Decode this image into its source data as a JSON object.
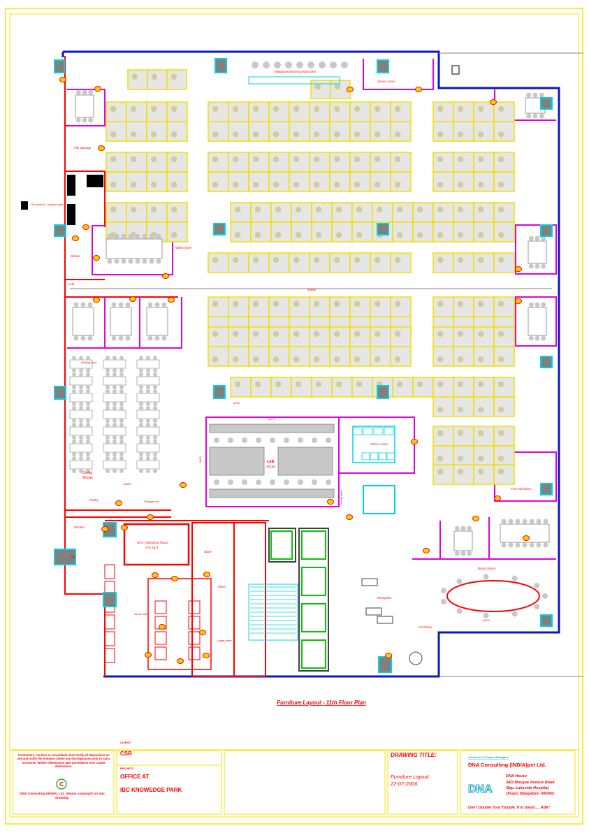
{
  "drawing": {
    "caption": "Furniture Layout - 11th Floor Plan"
  },
  "rooms": {
    "multipurpose": "Multipurpose/Discussion area",
    "server": "Server room",
    "file_store": "File Storage",
    "stores": "Stores",
    "lab": "LAB",
    "lab_seats": "36 pax",
    "dining": "Dining",
    "dining_seats": "80 pax",
    "pantry": "Pantry",
    "storage": "Storage unit",
    "kitchen": "Kitchen",
    "ups": "UPS / Electrical Room",
    "ups_area": "175 Sq.ft",
    "store": "Store",
    "reception": "Reception",
    "board_room": "Board Room",
    "first_aid": "First Aid Room",
    "av_room": "AV Room",
    "ladies": "Ladies toilet",
    "gents": "Gents toilet",
    "strong": "Strong room",
    "hub": "Hub",
    "admin_store": "Admin store",
    "waiting": "Waiting area"
  },
  "dimensions": {
    "d_corridor": "43650",
    "d_board": "11500",
    "d_lab_top": "16770",
    "d_lab_side": "6000",
    "d_dining": "13500",
    "d_gap": "4150",
    "d_small": "1800"
  },
  "notes": {
    "legend_box": "DB room AC outdoor units"
  },
  "title_block": {
    "disclaimer": "Contractors, vendors & consultants must verify all dimensions on site and notify the Solution Centre any discrepancies prior to carry out works. Written dimensions take precedence over scaled dimensions.",
    "copyright_letter": "C",
    "copyright": "DNA Consulting (INDIA) Ltd. retains copyright on this drawing.",
    "client_label": "CLIENT:",
    "client": "CSR",
    "project_label": "PROJECT:",
    "project_line1": "OFFICE AT",
    "project_line2": "IBC KNOWEDGE PARK",
    "drawing_title_label": "DRAWING TITLE:",
    "drawing_title": "Furniture Layout",
    "date": "22-07-2006.",
    "architects_label": "Architects & Project Managers",
    "firm": "DNA Consulting (INDIA)pvt Ltd.",
    "logo": "DNA",
    "addr1": "DNA House",
    "addr2": "34/2 Mosque Avenue Road",
    "addr3": "Opp. Lakeside Hospital,",
    "addr4": "Ulsoor, Bangalore- 560042",
    "slogan": "Don't Double Your Trouble.  If in doubt.....  ASK!"
  },
  "colors": {
    "frame": "#f5e600",
    "wall": "#0a14c8",
    "partition": "#e000e0",
    "desk": "#f0e000",
    "structure": "#ff0000",
    "glass": "#00d4e0",
    "chair": "#c8c8c8",
    "column": "#808080",
    "lift": "#00c800",
    "text": "#ff0000"
  }
}
